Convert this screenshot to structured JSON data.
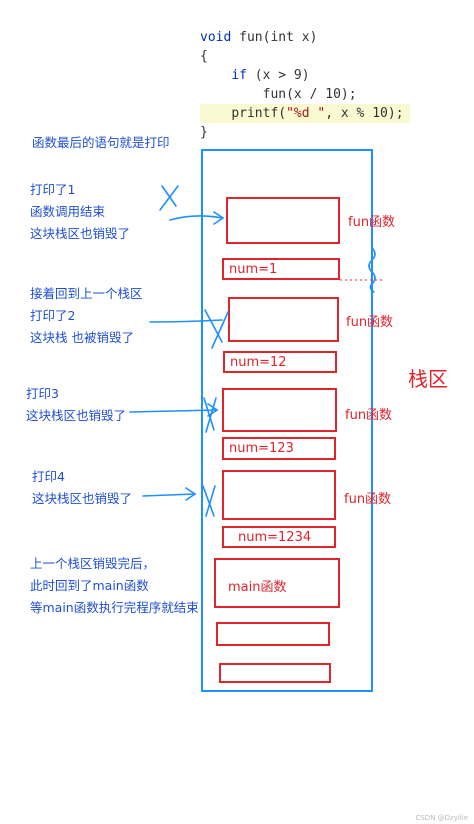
{
  "code": {
    "line1_kw": "void",
    "line1_rest": " fun(int x)",
    "line2": "{",
    "line3_kw": "if",
    "line3_rest": " (x > 9)",
    "line4": "fun(x / 10);",
    "line5_a": "printf(",
    "line5_str": "\"%d \"",
    "line5_b": ", x % 10);",
    "line6": "}"
  },
  "notes": {
    "n0": "函数最后的语句就是打印",
    "n1": [
      "打印了1",
      "函数调用结束",
      "这块栈区也销毁了"
    ],
    "n2": [
      "接着回到上一个栈区",
      "打印了2",
      "这块栈 也被销毁了"
    ],
    "n3": [
      "打印3",
      "这块栈区也销毁了"
    ],
    "n4": [
      "打印4",
      "这块栈区也销毁了"
    ],
    "n5": [
      "上一个栈区销毁完后，",
      "此时回到了main函数",
      "等main函数执行完程序就结束"
    ]
  },
  "stack": {
    "zone_label": "栈区",
    "fun_label": "fun函数",
    "main_label": "main函数",
    "nums": [
      "num=1",
      "num=12",
      "num=123",
      "num=1234"
    ]
  },
  "colors": {
    "blue": "#1e90ff",
    "red": "#e0242c",
    "note": "#1f4fd6"
  },
  "footer": "CSDN @Dzyilie"
}
